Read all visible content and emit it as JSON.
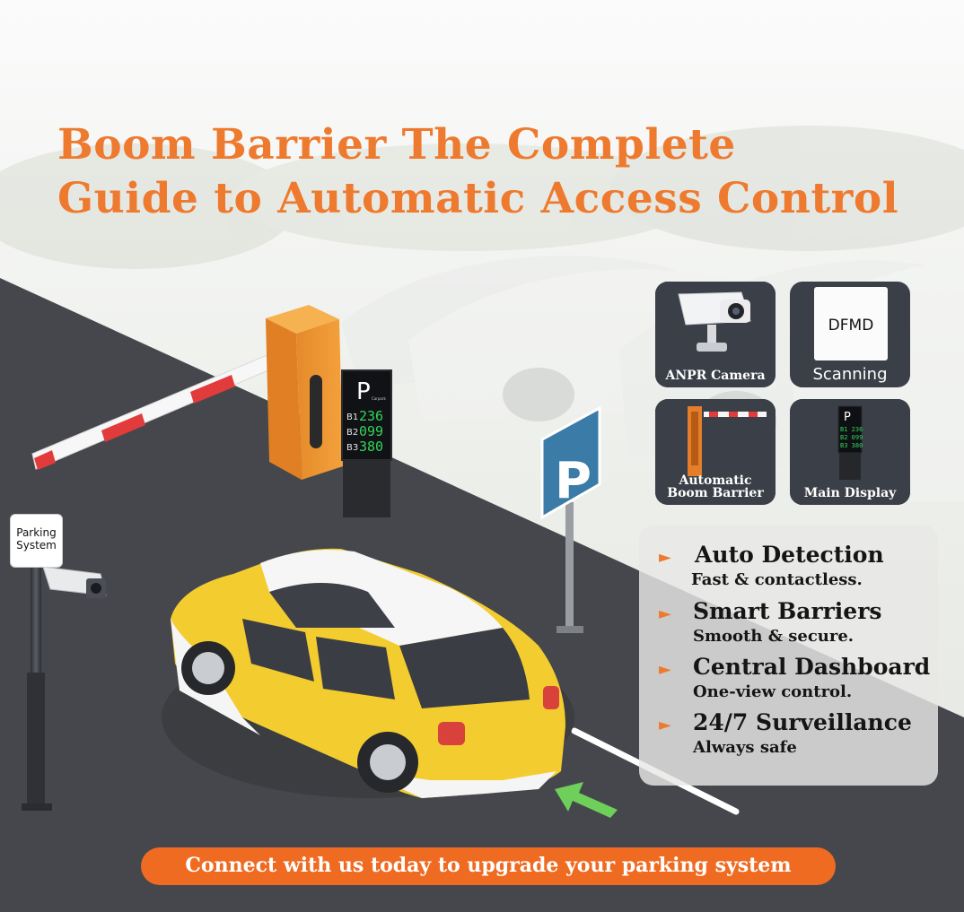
{
  "title": {
    "line1": "Boom Barrier The Complete",
    "line2": "Guide to Automatic Access Control"
  },
  "tiles": [
    {
      "label": "ANPR Camera",
      "icon": "anpr-camera-icon"
    },
    {
      "label": "Scanning",
      "badge": "DFMD",
      "icon": "dfmd-scanner-icon"
    },
    {
      "label": "Automatic\nBoom Barrier",
      "icon": "boom-barrier-icon"
    },
    {
      "label": "Main Display",
      "icon": "parking-display-icon"
    }
  ],
  "display_board": {
    "letter": "P",
    "sub": "Carpark",
    "rows": [
      {
        "level": "B1",
        "count": "236"
      },
      {
        "level": "B2",
        "count": "099"
      },
      {
        "level": "B3",
        "count": "380"
      }
    ]
  },
  "street_sign": {
    "letter": "P"
  },
  "parking_system_label": "Parking\nSystem",
  "features": [
    {
      "heading": "Auto Detection",
      "sub": "Fast & contactless."
    },
    {
      "heading": "Smart Barriers",
      "sub": "Smooth & secure."
    },
    {
      "heading": "Central Dashboard",
      "sub": "One-view control."
    },
    {
      "heading": "24/7 Surveillance",
      "sub": "Always safe"
    }
  ],
  "cta": "Connect with us today to upgrade your parking system",
  "colors": {
    "accent": "#ee7a2f",
    "cta": "#ef6b22",
    "road": "#45474c",
    "car": "#f3cc30",
    "tile": "#3b3f47",
    "led_green": "#34d35a",
    "sign_blue": "#3a7ba8"
  }
}
